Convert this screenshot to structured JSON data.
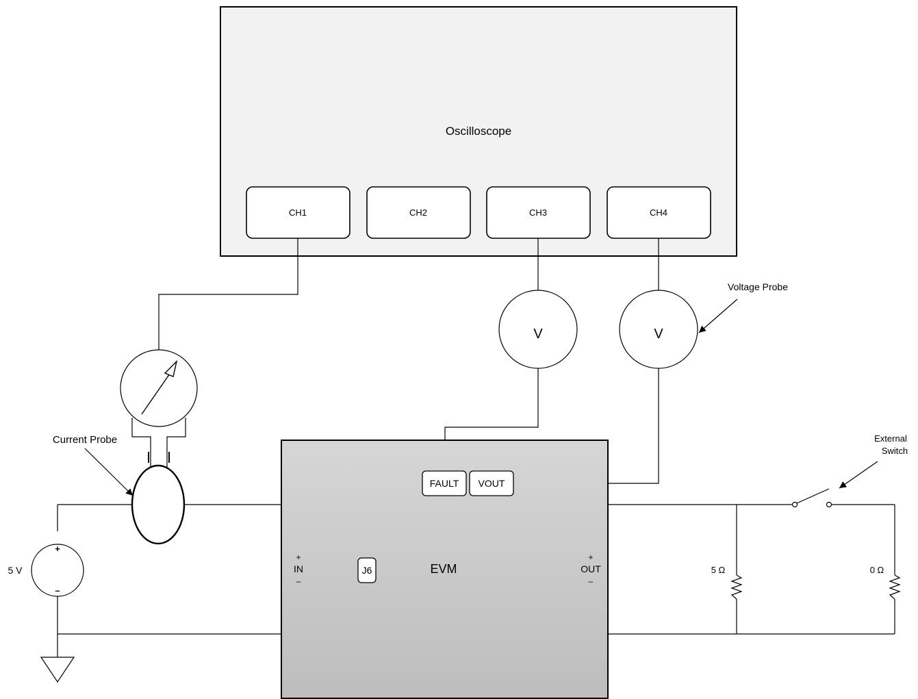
{
  "oscilloscope": {
    "label": "Oscilloscope",
    "channels": [
      "CH1",
      "CH2",
      "CH3",
      "CH4"
    ]
  },
  "probes": {
    "voltage_symbol": "V",
    "voltage_probe_label": "Voltage Probe",
    "current_probe_label": "Current Probe"
  },
  "evm": {
    "label": "EVM",
    "fault_label": "FAULT",
    "vout_label": "VOUT",
    "jumper_label": "J6",
    "in_label": "IN",
    "out_label": "OUT",
    "plus": "+",
    "minus": "–"
  },
  "source": {
    "label": "5 V",
    "plus": "+",
    "minus": "–"
  },
  "loads": {
    "resistor_1_label": "5 Ω",
    "resistor_2_label": "0 Ω",
    "switch_label_line1": "External",
    "switch_label_line2": "Switch"
  },
  "colors": {
    "evm_fill": "#c4c4c4",
    "scope_fill": "#f2f2f2",
    "stroke": "#000000"
  }
}
